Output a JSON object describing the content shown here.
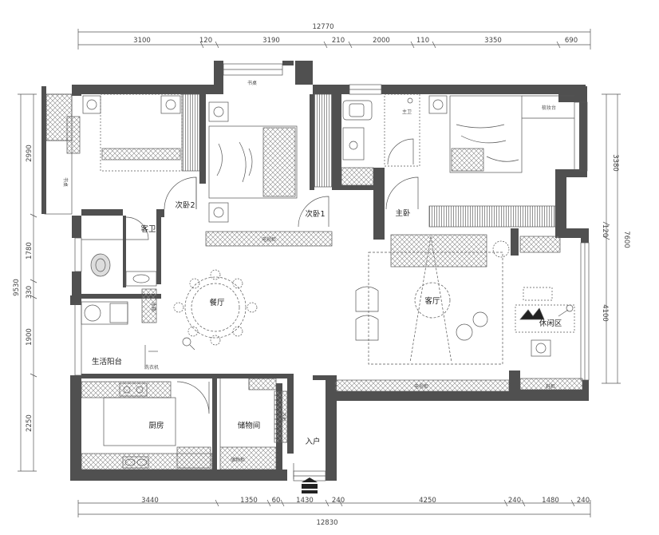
{
  "dimensions": {
    "top_total": "12770",
    "top_segments": [
      "3100",
      "120",
      "3190",
      "210",
      "2000",
      "110",
      "3350",
      "690"
    ],
    "bottom_total": "12830",
    "bottom_segments": [
      "3440",
      "1350",
      "60",
      "1430",
      "240",
      "4250",
      "240",
      "1480",
      "240"
    ],
    "left_total": "9530",
    "left_segments": [
      "2990",
      "1780",
      "330",
      "1900",
      "2250"
    ],
    "right_total": "7600",
    "right_segments": [
      "3380",
      "120",
      "4100"
    ]
  },
  "rooms": {
    "secondary_bedroom_2": "次卧2",
    "secondary_bedroom_1": "次卧1",
    "master_bedroom": "主卧",
    "guest_bath": "客卫",
    "master_bath": "主卫",
    "dining": "餐厅",
    "living": "客厅",
    "utility_balcony": "生活阳台",
    "kitchen": "厨房",
    "storage": "储物间",
    "entry": "入户",
    "leisure": "休闲区"
  },
  "furniture_labels": {
    "desk_a": "书桌",
    "desk_b": "书桌",
    "tv_cabinet": "电视柜",
    "tv_cabinet_2": "电视柜",
    "wardrobe": "衣柜",
    "dressing_table": "梳妆台",
    "shoe_cabinet": "鞋柜",
    "storage_cabinet": "储物柜",
    "fridge": "冰箱",
    "washer": "洗衣机"
  },
  "colors": {
    "wall": "#505050",
    "line": "#555555",
    "hatch": "#777777"
  }
}
